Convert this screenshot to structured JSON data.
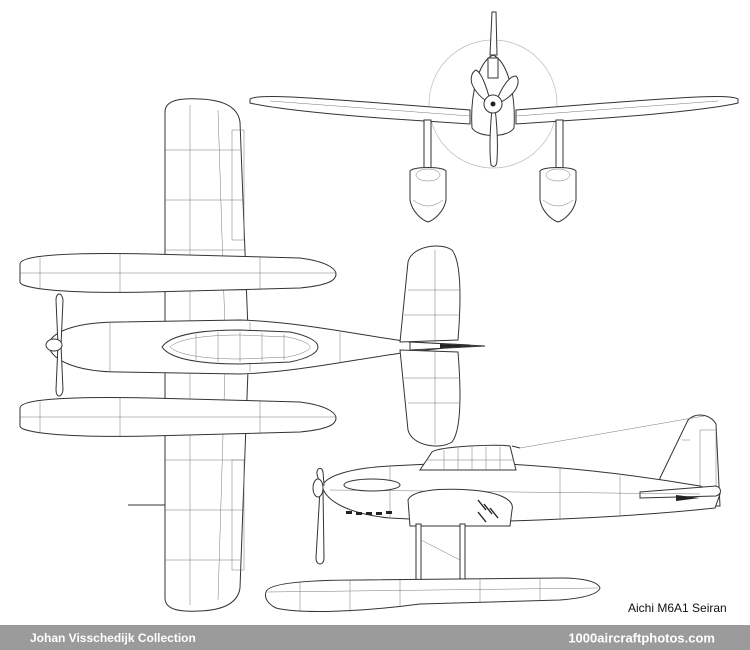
{
  "caption": "Aichi M6A1 Seiran",
  "footer": {
    "collection": "Johan Visschedijk Collection",
    "website": "1000aircraftphotos.com"
  }
}
